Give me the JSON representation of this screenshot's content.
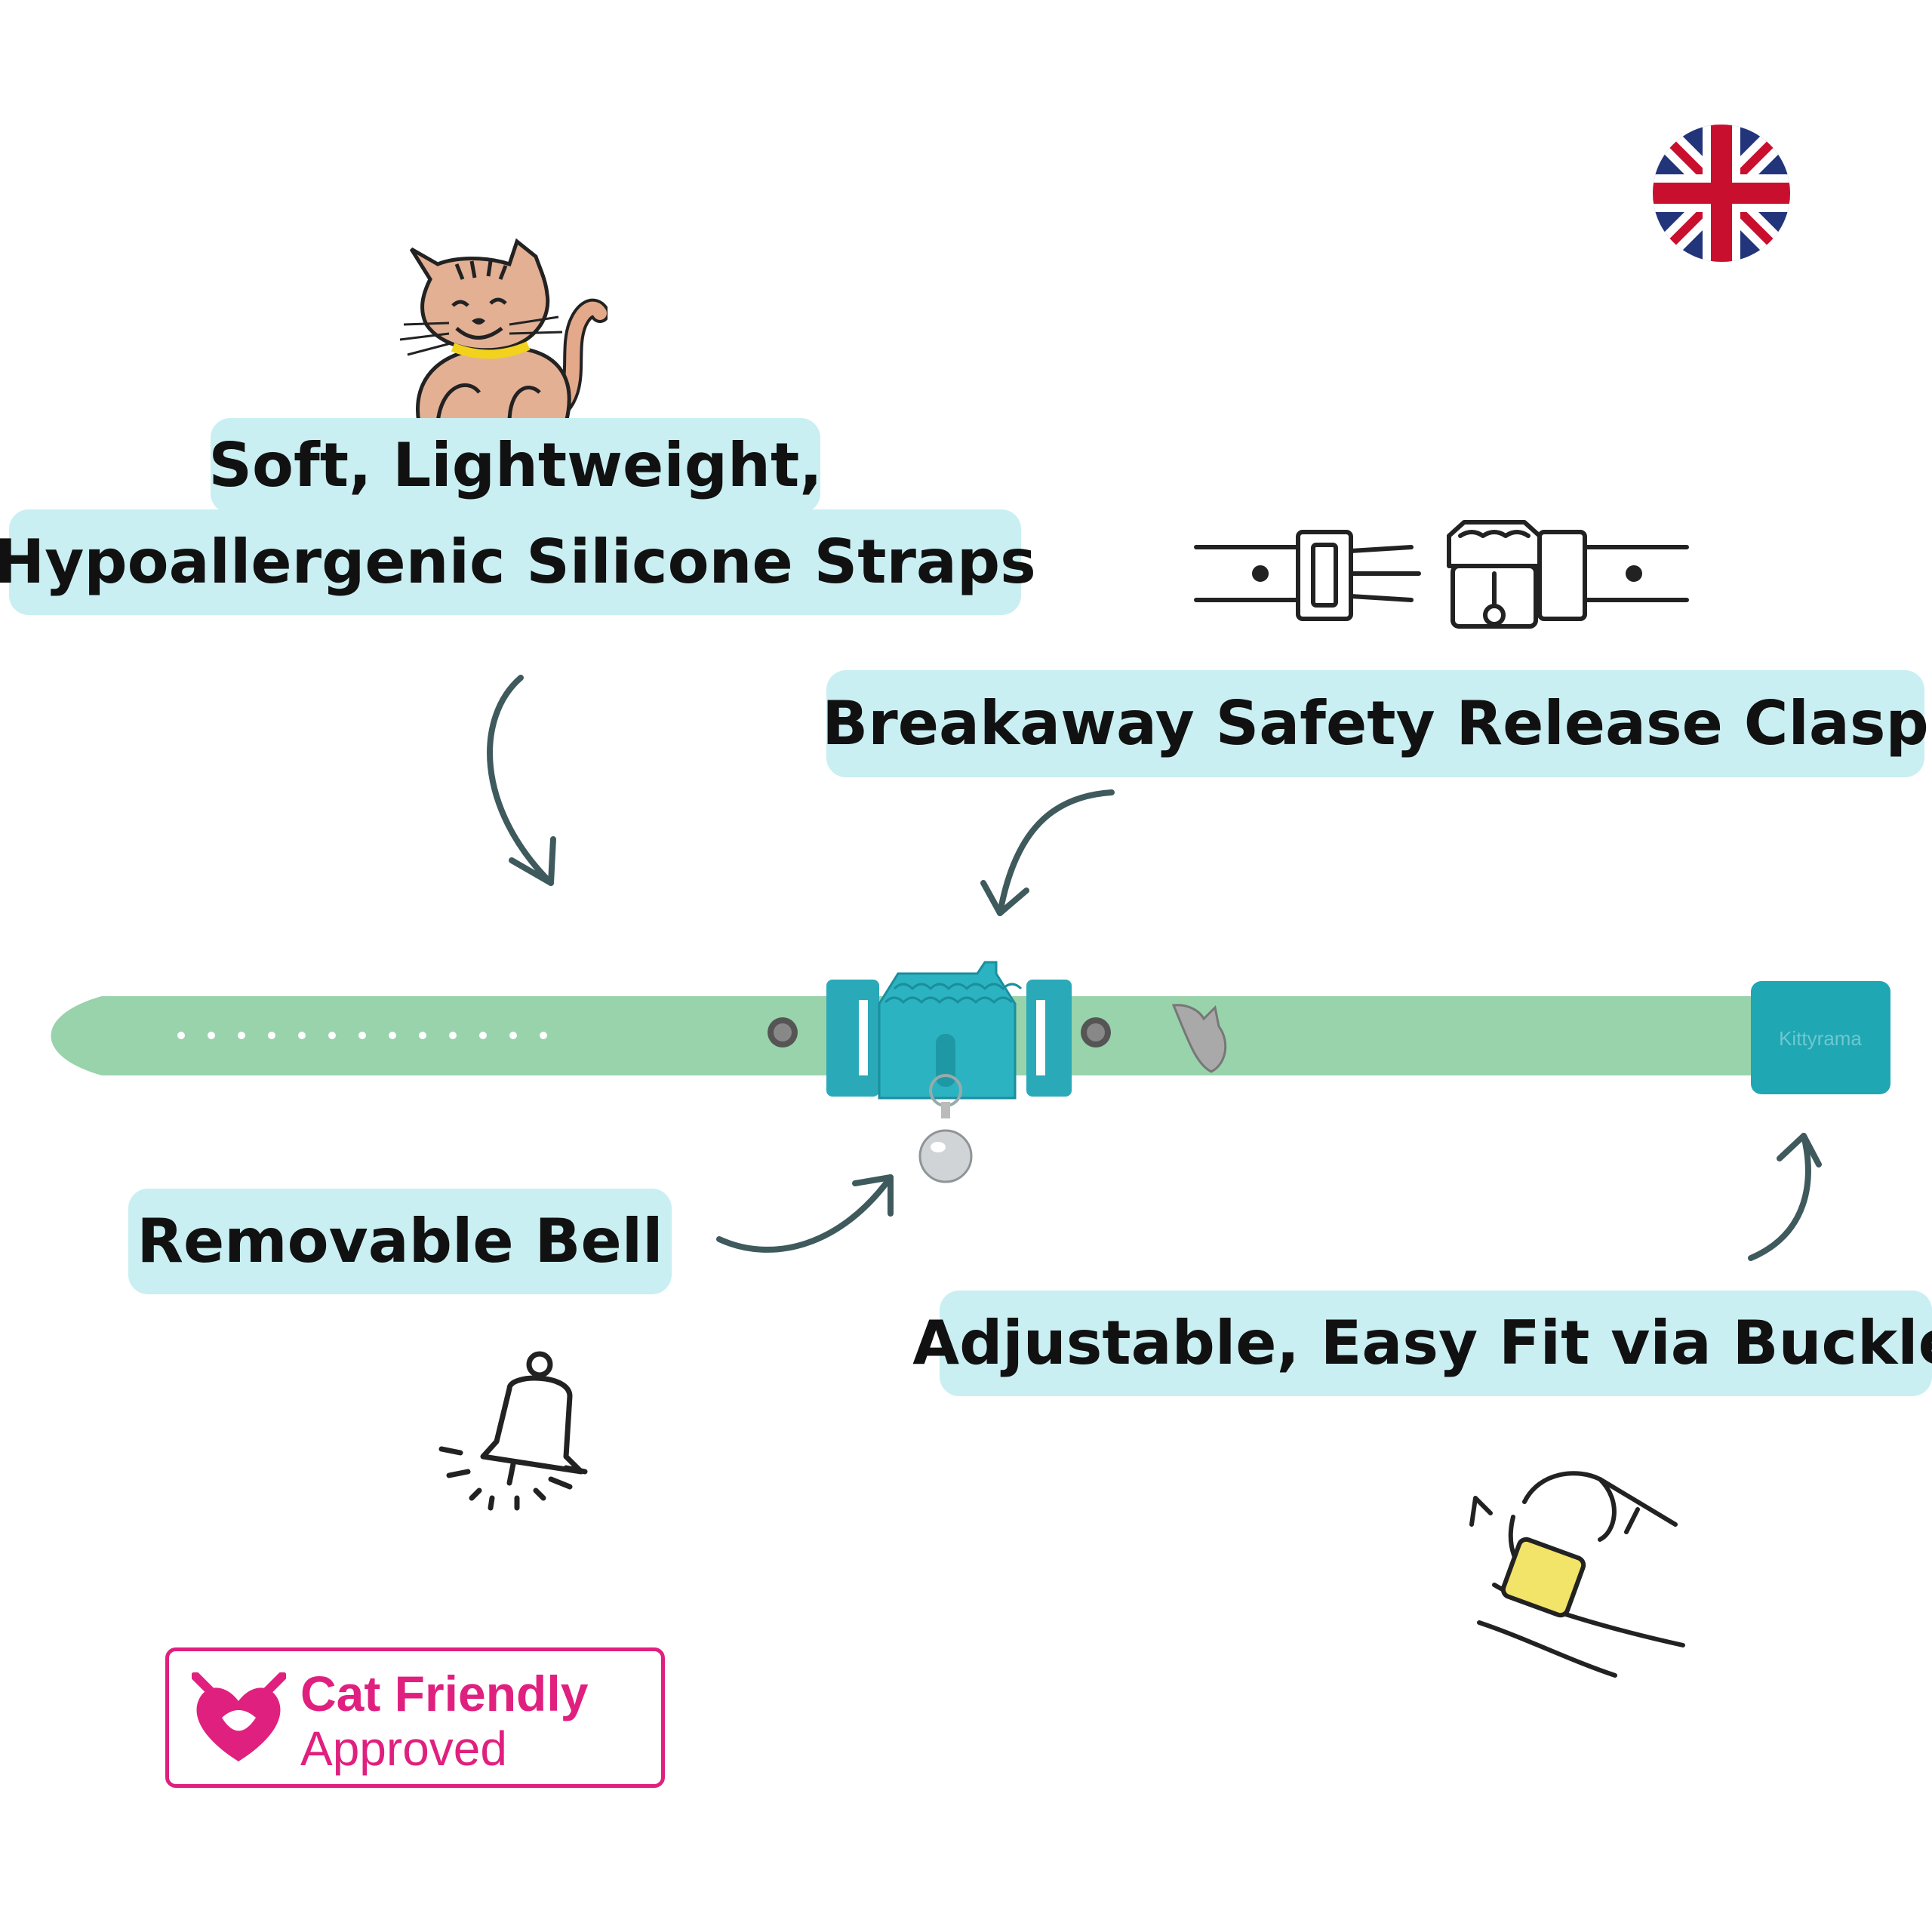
{
  "features": {
    "straps_line1": "Soft, Lightweight,",
    "straps_line2": "Hypoallergenic Silicone Straps",
    "clasp": "Breakaway Safety Release Clasp",
    "bell": "Removable Bell",
    "buckle": "Adjustable, Easy Fit via Buckle"
  },
  "badge": {
    "line1": "Cat Friendly",
    "line2": "Approved"
  },
  "collar": {
    "brand": "Kittyrama"
  },
  "colors": {
    "strap": "#98d3ab",
    "clasp": "#2aa9b8",
    "label_bg": "#c9eff2",
    "badge": "#e0207f",
    "arrow": "#3f5a5c"
  },
  "icons": [
    "uk-flag-icon",
    "cat-icon",
    "clasp-diagram-icon",
    "bell-icon",
    "hand-buckle-icon",
    "heart-cat-icon"
  ]
}
